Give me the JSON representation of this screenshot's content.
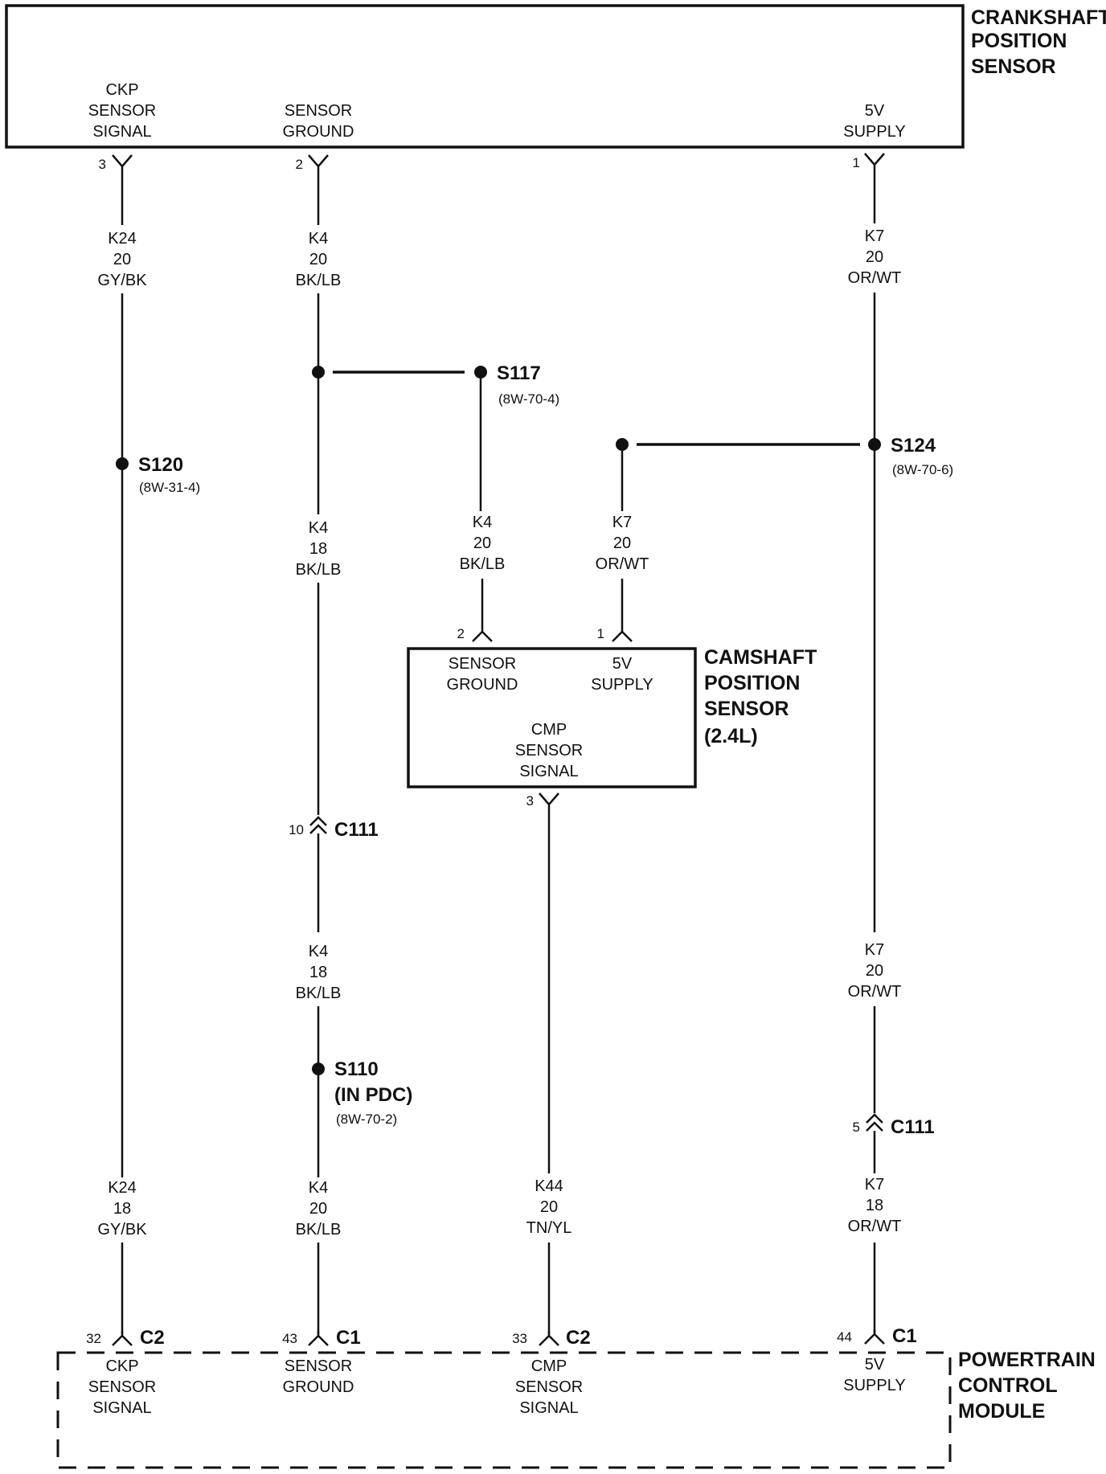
{
  "components": {
    "ckp": {
      "title": [
        "CRANKSHAFT",
        "POSITION",
        "SENSOR"
      ],
      "pins": [
        {
          "num": "3",
          "label": [
            "CKP",
            "SENSOR",
            "SIGNAL"
          ]
        },
        {
          "num": "2",
          "label": [
            "SENSOR",
            "GROUND"
          ]
        },
        {
          "num": "1",
          "label": [
            "5V",
            "SUPPLY"
          ]
        }
      ]
    },
    "cmp": {
      "title": [
        "CAMSHAFT",
        "POSITION",
        "SENSOR",
        "(2.4L)"
      ],
      "pins": [
        {
          "num": "2",
          "label": [
            "SENSOR",
            "GROUND"
          ]
        },
        {
          "num": "1",
          "label": [
            "5V",
            "SUPPLY"
          ]
        },
        {
          "num": "3",
          "label": [
            "CMP",
            "SENSOR",
            "SIGNAL"
          ]
        }
      ]
    },
    "pcm": {
      "title": [
        "POWERTRAIN",
        "CONTROL",
        "MODULE"
      ],
      "pins": [
        {
          "num": "32",
          "conn": "C2",
          "label": [
            "CKP",
            "SENSOR",
            "SIGNAL"
          ]
        },
        {
          "num": "43",
          "conn": "C1",
          "label": [
            "SENSOR",
            "GROUND"
          ]
        },
        {
          "num": "33",
          "conn": "C2",
          "label": [
            "CMP",
            "SENSOR",
            "SIGNAL"
          ]
        },
        {
          "num": "44",
          "conn": "C1",
          "label": [
            "5V",
            "SUPPLY"
          ]
        }
      ]
    }
  },
  "wires": {
    "k24_top": [
      "K24",
      "20",
      "GY/BK"
    ],
    "k4_top": [
      "K4",
      "20",
      "BK/LB"
    ],
    "k7_top": [
      "K7",
      "20",
      "OR/WT"
    ],
    "k4_mid": [
      "K4",
      "18",
      "BK/LB"
    ],
    "k4_cmp": [
      "K4",
      "20",
      "BK/LB"
    ],
    "k7_cmp": [
      "K7",
      "20",
      "OR/WT"
    ],
    "k4_lower": [
      "K4",
      "18",
      "BK/LB"
    ],
    "k7_mid": [
      "K7",
      "20",
      "OR/WT"
    ],
    "k24_bot": [
      "K24",
      "18",
      "GY/BK"
    ],
    "k4_bot": [
      "K4",
      "20",
      "BK/LB"
    ],
    "k44_bot": [
      "K44",
      "20",
      "TN/YL"
    ],
    "k7_bot": [
      "K7",
      "18",
      "OR/WT"
    ]
  },
  "splices": {
    "s117": {
      "name": "S117",
      "ref": "(8W-70-4)"
    },
    "s120": {
      "name": "S120",
      "ref": "(8W-31-4)"
    },
    "s124": {
      "name": "S124",
      "ref": "(8W-70-6)"
    },
    "s110": {
      "name": "S110",
      "sub": "(IN PDC)",
      "ref": "(8W-70-2)"
    }
  },
  "inline_connectors": {
    "c111_k4": {
      "pin": "10",
      "name": "C111"
    },
    "c111_k7": {
      "pin": "5",
      "name": "C111"
    }
  }
}
